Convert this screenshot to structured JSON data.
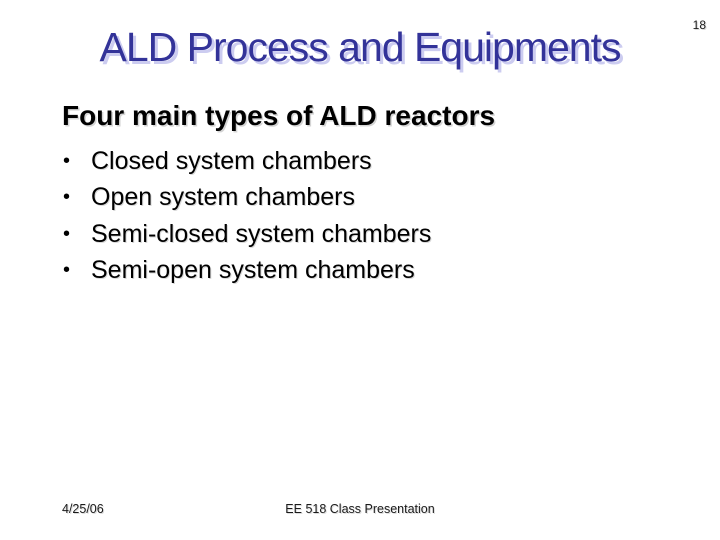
{
  "slide": {
    "page_number": "18",
    "title": "ALD Process and Equipments",
    "heading": "Four main types of ALD reactors",
    "bullet_char": "•",
    "bullets": [
      "Closed system chambers",
      "Open system chambers",
      "Semi-closed system chambers",
      "Semi-open system chambers"
    ],
    "footer": {
      "date": "4/25/06",
      "text": "EE 518 Class Presentation"
    },
    "colors": {
      "title": "#333399",
      "title_shadow": "#ccccf0",
      "body_text": "#000000",
      "background": "#ffffff"
    }
  }
}
